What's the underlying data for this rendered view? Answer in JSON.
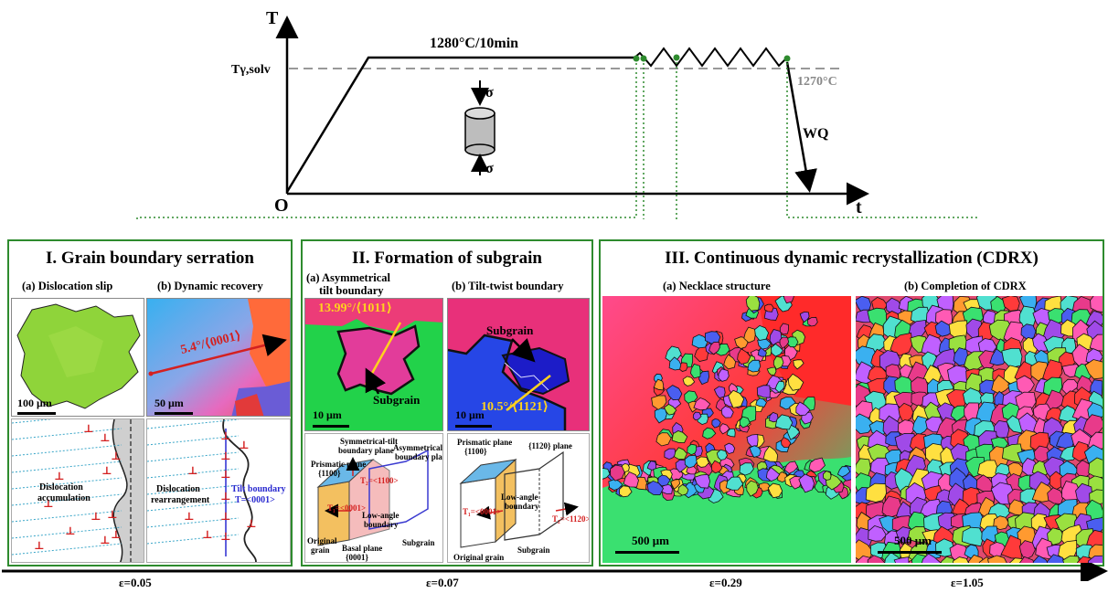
{
  "process": {
    "t_axis": "T",
    "time_axis": "t",
    "origin": "O",
    "hold": "1280°C/10min",
    "solvus": "Tγ,solv",
    "deform_temp": "1270°C",
    "quench": "WQ",
    "stress": "σ"
  },
  "panels": [
    {
      "title": "I. Grain boundary serration",
      "sub_a": "(a) Dislocation slip",
      "sub_b": "(b) Dynamic recovery",
      "scale_a": "100 μm",
      "scale_b": "50 μm",
      "angle_b": "5.4°/⟨0001⟩",
      "schema_a": [
        "Dislocation",
        "accumulation"
      ],
      "schema_b": [
        "Dislocation",
        "rearrangement",
        "Tilt boundary",
        "T=<0001>"
      ]
    },
    {
      "title": "II. Formation of subgrain",
      "sub_a_1": "(a) Asymmetrical",
      "sub_a_2": "tilt boundary",
      "sub_b": "(b) Tilt-twist boundary",
      "angle_a": "13.99°/⟨1011⟩",
      "angle_b": "10.5°/⟨1121⟩",
      "subgrain": "Subgrain",
      "scale_a": "10 μm",
      "scale_b": "10 μm",
      "schema_a": [
        "Symmetrical-tilt",
        "boundary plane",
        "Asymmetrical-tilt",
        "boundary plane",
        "Prismatic plane",
        "{1100}",
        "T₂=<1100>",
        "T₁=<0001>",
        "Low-angle",
        "boundary",
        "Original",
        "grain",
        "Basal plane",
        "{0001}",
        "Subgrain"
      ],
      "schema_b": [
        "Prismatic plane",
        "{1100}",
        "{1120} plane",
        "T₁=<0001>",
        "Low-angle",
        "boundary",
        "T₂=<1120>",
        "Original grain",
        "Subgrain"
      ]
    },
    {
      "title": "III. Continuous dynamic recrystallization (CDRX)",
      "sub_a": "(a) Necklace structure",
      "sub_b": "(b) Completion of CDRX",
      "scale_a": "500 μm",
      "scale_b": "500 μm"
    }
  ],
  "strain": [
    "ε=0.05",
    "ε=0.07",
    "ε=0.29",
    "ε=1.05"
  ],
  "colors": {
    "panel_border": "#2e8b2e",
    "connector": "#2e8b2e",
    "annotation": "#d42020",
    "angle_text": "#ffd21e"
  }
}
